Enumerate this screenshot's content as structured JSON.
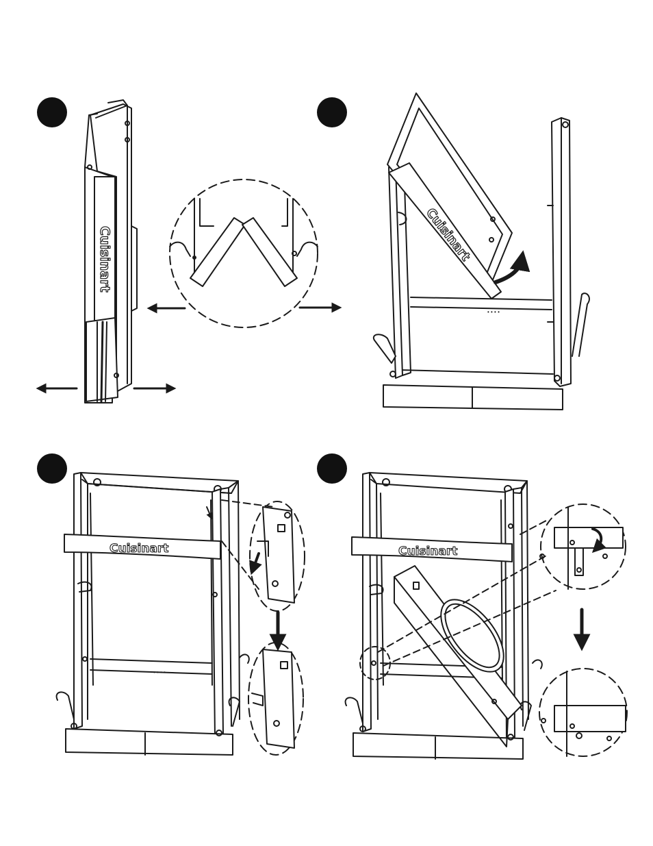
{
  "document": {
    "type": "assembly instruction illustration",
    "steps": [
      {
        "brand_label": "Cuisinart"
      },
      {
        "brand_label": "Cuisinart"
      },
      {
        "brand_label": "Cuisinart"
      },
      {
        "brand_label": "Cuisinart"
      }
    ],
    "colors": {
      "ink": "#1a1a1a",
      "paper": "#ffffff",
      "badge": "#111111"
    },
    "icons": [
      "step-badge-icon",
      "arrow-left-icon",
      "arrow-right-icon",
      "arrow-down-icon",
      "curved-arrow-icon",
      "detail-callout-circle"
    ]
  }
}
